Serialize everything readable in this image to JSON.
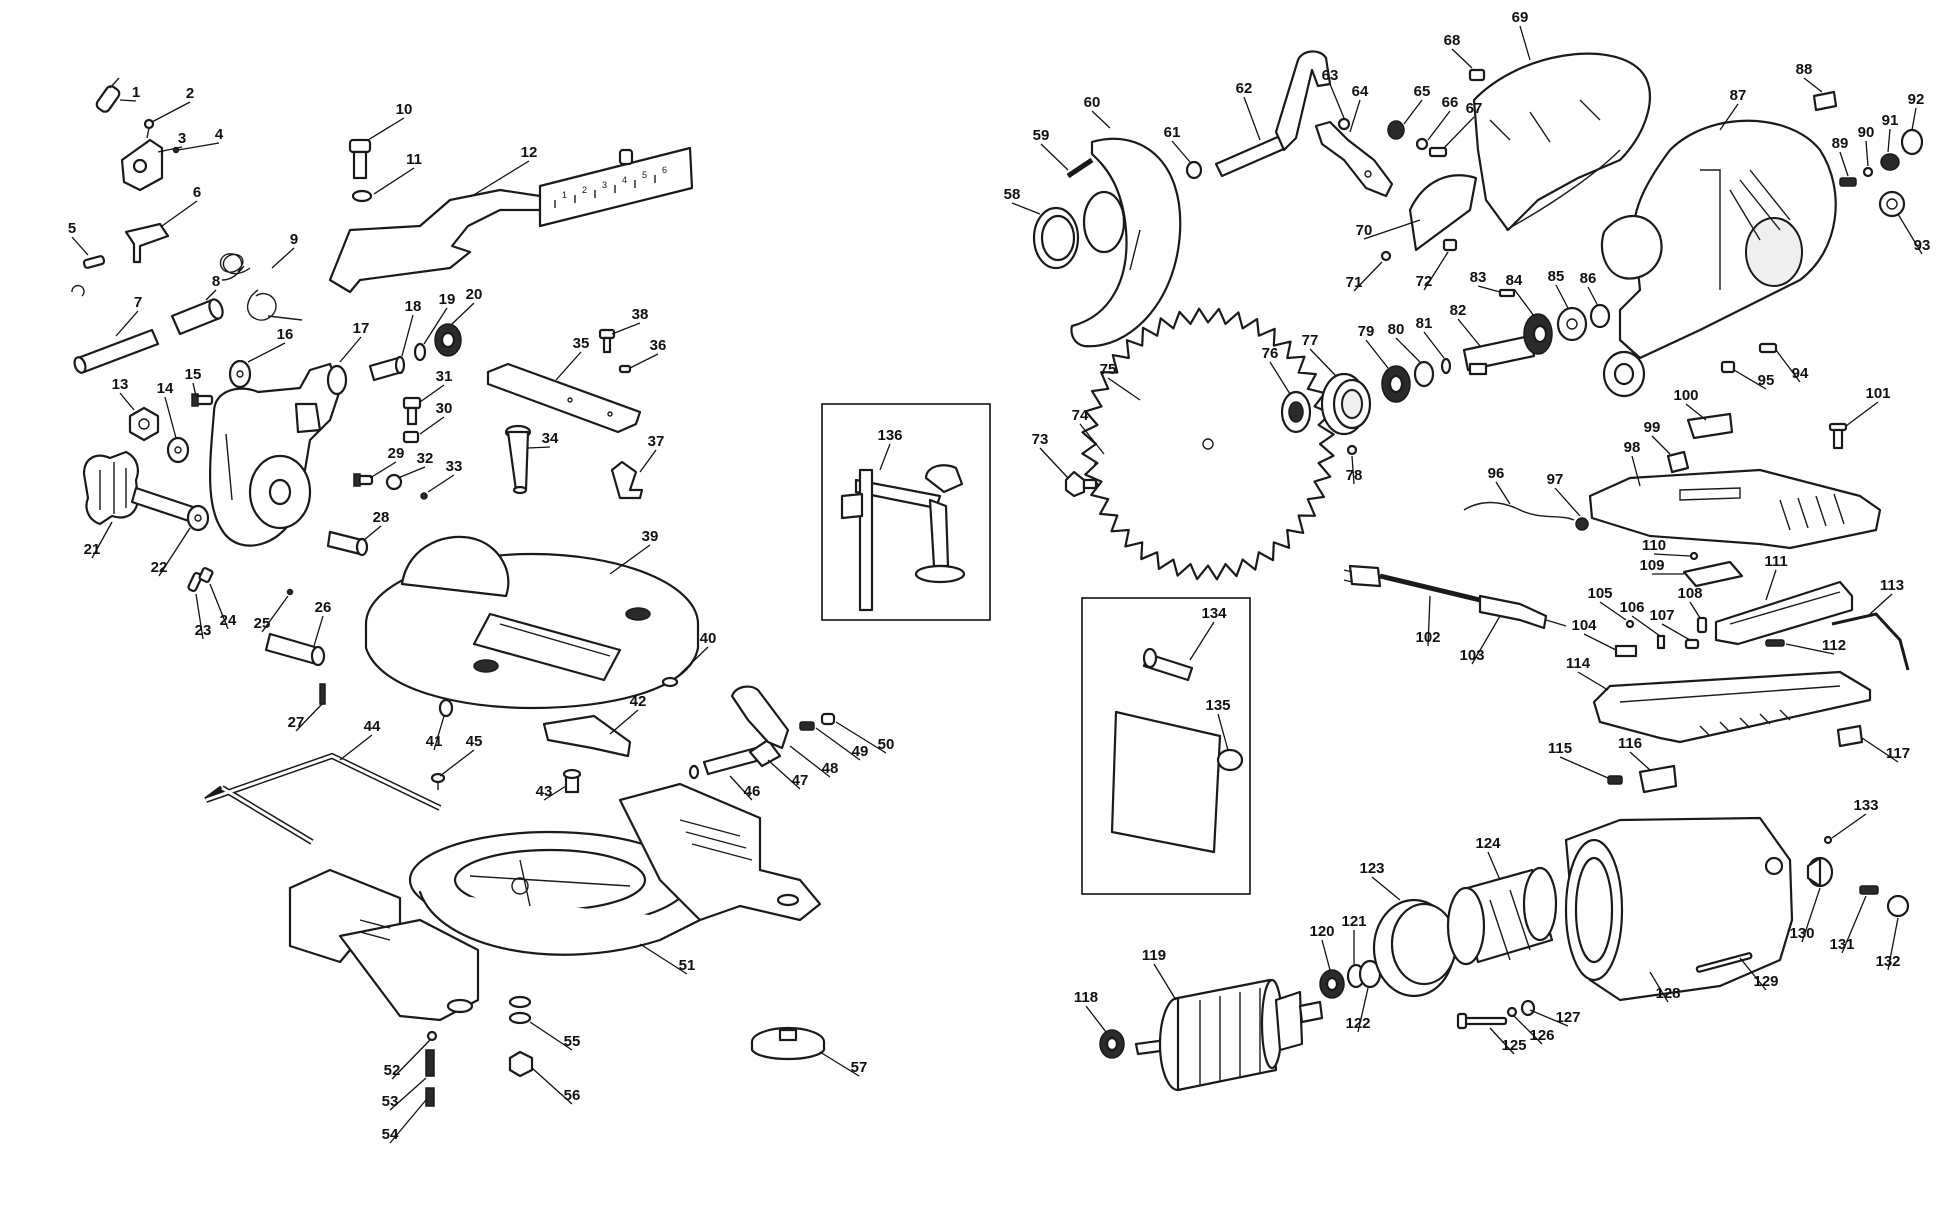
{
  "diagram": {
    "kind": "exploded-parts-diagram",
    "line_color": "#1a1a1a",
    "background": "#ffffff",
    "callouts": [
      "1",
      "2",
      "3",
      "4",
      "5",
      "6",
      "7",
      "8",
      "9",
      "10",
      "11",
      "12",
      "13",
      "14",
      "15",
      "16",
      "17",
      "18",
      "19",
      "20",
      "21",
      "22",
      "23",
      "24",
      "25",
      "26",
      "27",
      "28",
      "29",
      "30",
      "31",
      "32",
      "33",
      "34",
      "35",
      "36",
      "37",
      "38",
      "39",
      "40",
      "41",
      "42",
      "43",
      "44",
      "45",
      "46",
      "47",
      "48",
      "49",
      "50",
      "51",
      "52",
      "53",
      "54",
      "55",
      "56",
      "57",
      "58",
      "59",
      "60",
      "61",
      "62",
      "63",
      "64",
      "65",
      "66",
      "67",
      "68",
      "69",
      "70",
      "71",
      "72",
      "73",
      "74",
      "75",
      "76",
      "77",
      "78",
      "79",
      "80",
      "81",
      "82",
      "83",
      "84",
      "85",
      "86",
      "87",
      "88",
      "89",
      "90",
      "91",
      "92",
      "93",
      "94",
      "95",
      "96",
      "97",
      "98",
      "99",
      "100",
      "101",
      "102",
      "103",
      "104",
      "105",
      "106",
      "107",
      "108",
      "109",
      "110",
      "111",
      "112",
      "113",
      "114",
      "115",
      "116",
      "117",
      "118",
      "119",
      "120",
      "121",
      "122",
      "123",
      "124",
      "125",
      "126",
      "127",
      "128",
      "129",
      "130",
      "131",
      "132",
      "133",
      "134",
      "135",
      "136"
    ],
    "fence_scale_marks": [
      "1",
      "2",
      "3",
      "4",
      "5",
      "6"
    ],
    "inset_groups": [
      {
        "name": "clamp-inset",
        "parts": [
          "136"
        ]
      },
      {
        "name": "manual-bag-inset",
        "parts": [
          "134",
          "135"
        ]
      }
    ]
  }
}
